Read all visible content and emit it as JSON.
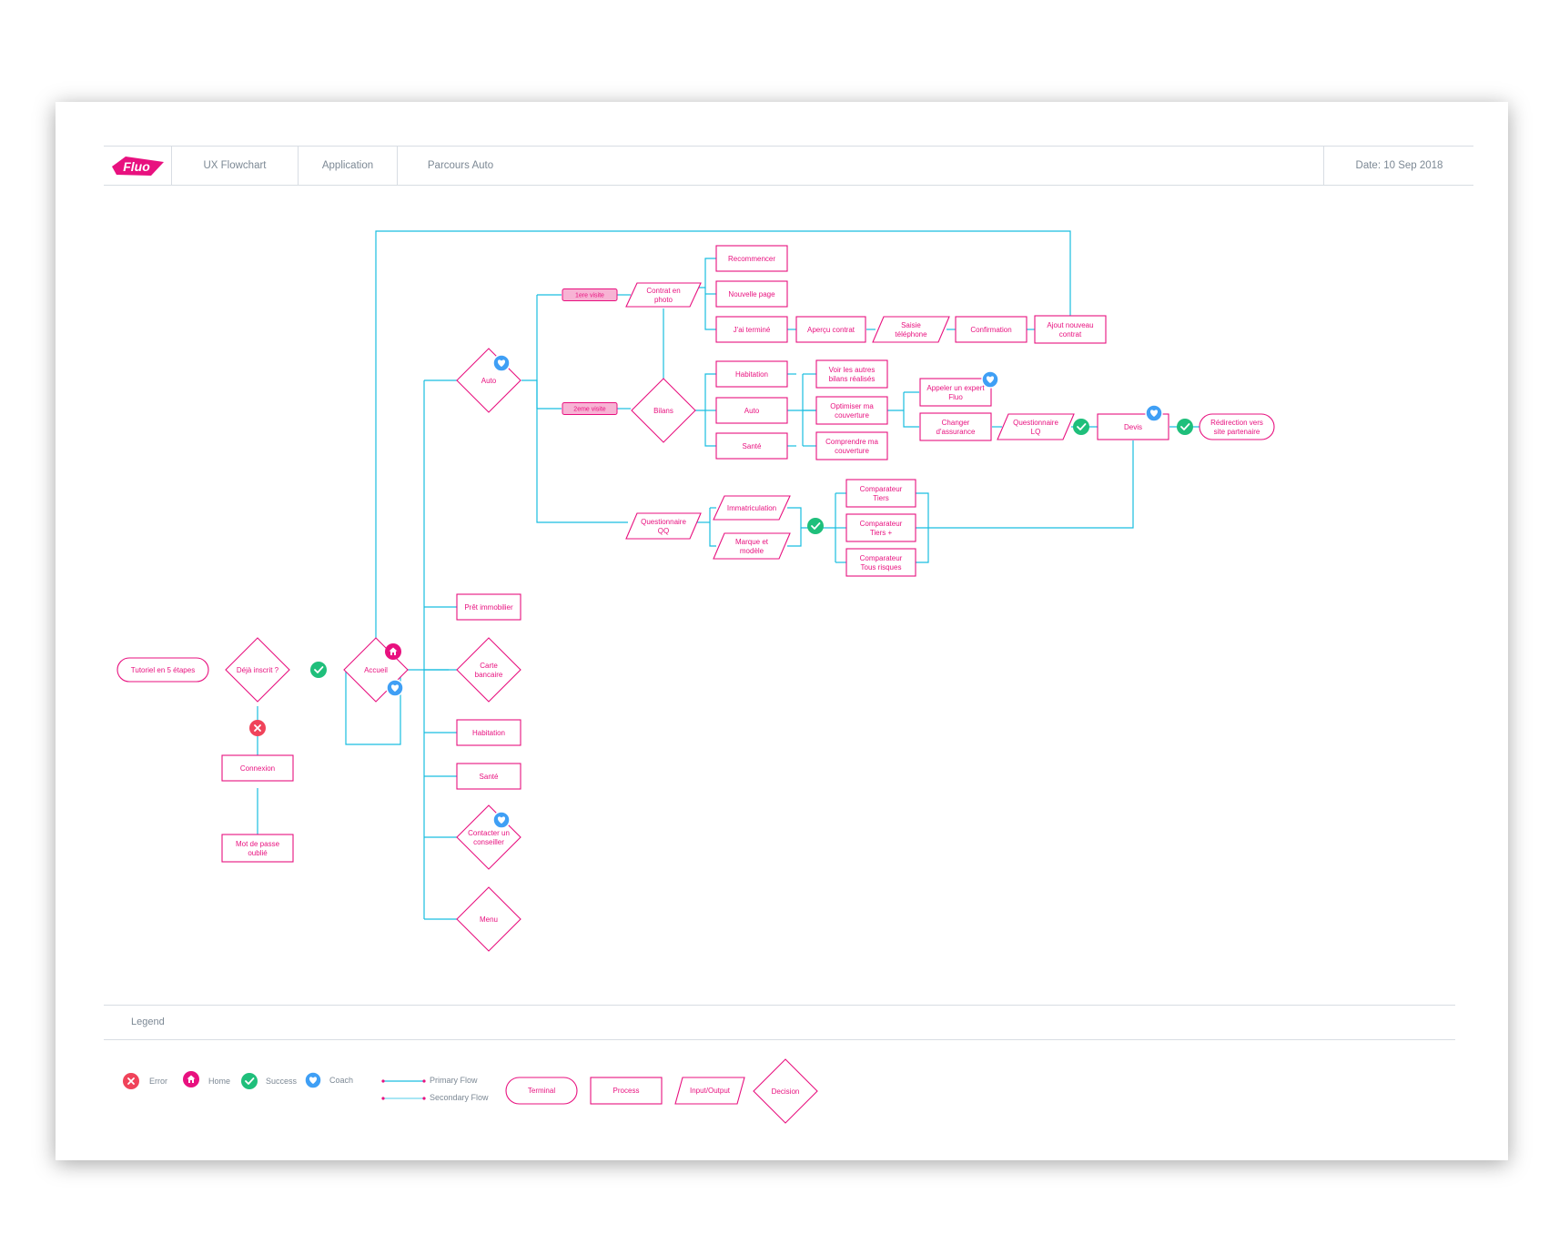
{
  "header": {
    "logo_text": "Fluo",
    "doc_type": "UX Flowchart",
    "section": "Application",
    "journey": "Parcours Auto",
    "date": "Date: 10 Sep 2018"
  },
  "nodes": {
    "tutoriel": "Tutoriel en 5 étapes",
    "deja_inscrit": "Déjà inscrit ?",
    "connexion": "Connexion",
    "mot_de_passe": [
      "Mot de passe",
      "oublié"
    ],
    "accueil": "Accueil",
    "auto_decision": "Auto",
    "pret_immobilier": "Prêt immobilier",
    "carte_bancaire": [
      "Carte",
      "bancaire"
    ],
    "habitation_main": "Habitation",
    "sante_main": "Santé",
    "contacter": [
      "Contacter un",
      "conseiller"
    ],
    "menu": "Menu",
    "tag_1ere": "1ere visite",
    "tag_2eme": "2eme visite",
    "contrat_photo": [
      "Contrat en",
      "photo"
    ],
    "recommencer": "Recommencer",
    "nouvelle_page": "Nouvelle page",
    "jai_termine": "J'ai terminé",
    "apercu_contrat": "Aperçu contrat",
    "saisie_tel": [
      "Saisie",
      "téléphone"
    ],
    "confirmation": "Confirmation",
    "ajout_contrat": [
      "Ajout nouveau",
      "contrat"
    ],
    "bilans": "Bilans",
    "bil_habitation": "Habitation",
    "bil_auto": "Auto",
    "bil_sante": "Santé",
    "voir_bilans": [
      "Voir les autres",
      "bilans réalisés"
    ],
    "optimiser": [
      "Optimiser ma",
      "couverture"
    ],
    "comprendre": [
      "Comprendre ma",
      "couverture"
    ],
    "appeler_expert": [
      "Appeler un expert",
      "Fluo"
    ],
    "changer_assurance": [
      "Changer",
      "d'assurance"
    ],
    "questionnaire_lq": [
      "Questionnaire",
      "LQ"
    ],
    "devis": "Devis",
    "redirection": [
      "Rédirection vers",
      "site partenaire"
    ],
    "questionnaire_qq": [
      "Questionnaire",
      "QQ"
    ],
    "immatriculation": "Immatriculation",
    "marque_modele": [
      "Marque et",
      "modèle"
    ],
    "comp_tiers": [
      "Comparateur",
      "Tiers"
    ],
    "comp_tiers_plus": [
      "Comparateur",
      "Tiers +"
    ],
    "comp_tous_risques": [
      "Comparateur",
      "Tous risques"
    ]
  },
  "legend": {
    "title": "Legend",
    "error": "Error",
    "home": "Home",
    "success": "Success",
    "coach": "Coach",
    "primary_flow": "Primary Flow",
    "secondary_flow": "Secondary Flow",
    "terminal": "Terminal",
    "process": "Process",
    "input_output": "Input/Output",
    "decision": "Decision"
  },
  "colors": {
    "node": "#e8117f",
    "flow": "#19bde0",
    "tag_fill": "#f7b3d4",
    "error": "#f0435a",
    "home": "#e8117f",
    "success": "#1fbf7b",
    "coach": "#3f9ff5",
    "ui_text": "#7c8894",
    "rule": "#d8dde3"
  }
}
